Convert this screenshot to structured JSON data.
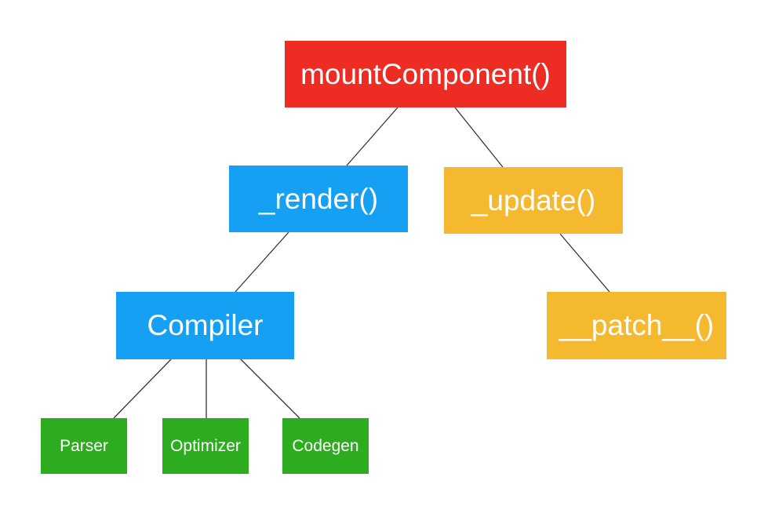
{
  "diagram": {
    "type": "tree",
    "background_color": "#ffffff",
    "line_color": "#333333",
    "text_color": "#ffffff",
    "colors": {
      "red": "#ED2C24",
      "blue": "#16A0F4",
      "yellow": "#F5B930",
      "green": "#2EAC20"
    },
    "nodes": {
      "mount": {
        "label": "mountComponent()",
        "color": "#ED2C24",
        "parent": null
      },
      "render": {
        "label": "_render()",
        "color": "#16A0F4",
        "parent": "mountComponent()"
      },
      "update": {
        "label": "_update()",
        "color": "#F5B930",
        "parent": "mountComponent()"
      },
      "compiler": {
        "label": "Compiler",
        "color": "#16A0F4",
        "parent": "_render()"
      },
      "patch": {
        "label": "__patch__()",
        "color": "#F5B930",
        "parent": "_update()"
      },
      "parser": {
        "label": "Parser",
        "color": "#2EAC20",
        "parent": "Compiler"
      },
      "optimizer": {
        "label": "Optimizer",
        "color": "#2EAC20",
        "parent": "Compiler"
      },
      "codegen": {
        "label": "Codegen",
        "color": "#2EAC20",
        "parent": "Compiler"
      }
    },
    "edges": [
      {
        "from": "mountComponent()",
        "to": "_render()"
      },
      {
        "from": "mountComponent()",
        "to": "_update()"
      },
      {
        "from": "_render()",
        "to": "Compiler"
      },
      {
        "from": "_update()",
        "to": "__patch__()"
      },
      {
        "from": "Compiler",
        "to": "Parser"
      },
      {
        "from": "Compiler",
        "to": "Optimizer"
      },
      {
        "from": "Compiler",
        "to": "Codegen"
      }
    ]
  }
}
